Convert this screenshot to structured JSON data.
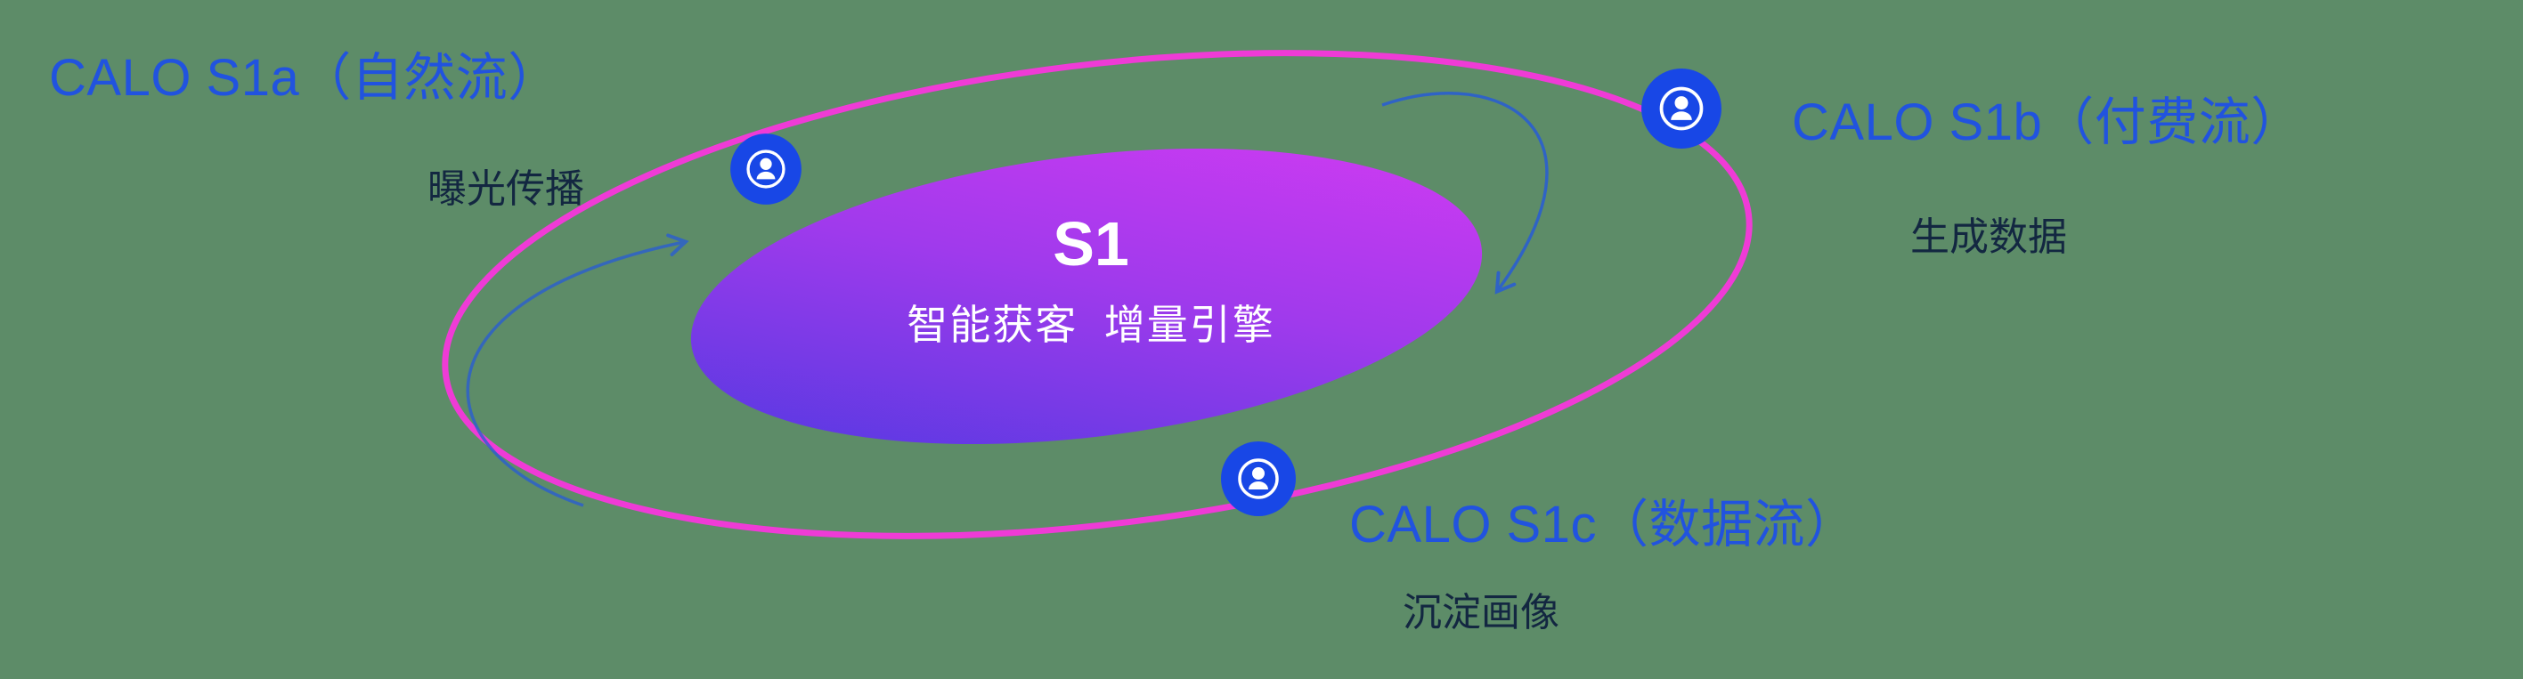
{
  "diagram_title": "CALO S1 orbit diagram",
  "center": {
    "title": "S1",
    "subtitle": "智能获客  增量引擎"
  },
  "nodes": [
    {
      "id": "s1a",
      "label": "CALO S1a（自然流）",
      "sublabel": "曝光传播",
      "icon": "person-in-circle-icon"
    },
    {
      "id": "s1b",
      "label": "CALO S1b（付费流）",
      "sublabel": "生成数据",
      "icon": "person-in-circle-icon"
    },
    {
      "id": "s1c",
      "label": "CALO S1c（数据流）",
      "sublabel": "沉淀画像",
      "icon": "person-in-circle-icon"
    }
  ],
  "colors": {
    "bg": "#5d8c68",
    "accent-blue": "#2153df",
    "dark-text": "#132741",
    "ring": "#ef3bd6",
    "node-blue": "#1847e6",
    "grad-blue": "#4b39e0",
    "grad-magenta": "#d43bf2",
    "arrow": "#2b5fd0"
  }
}
